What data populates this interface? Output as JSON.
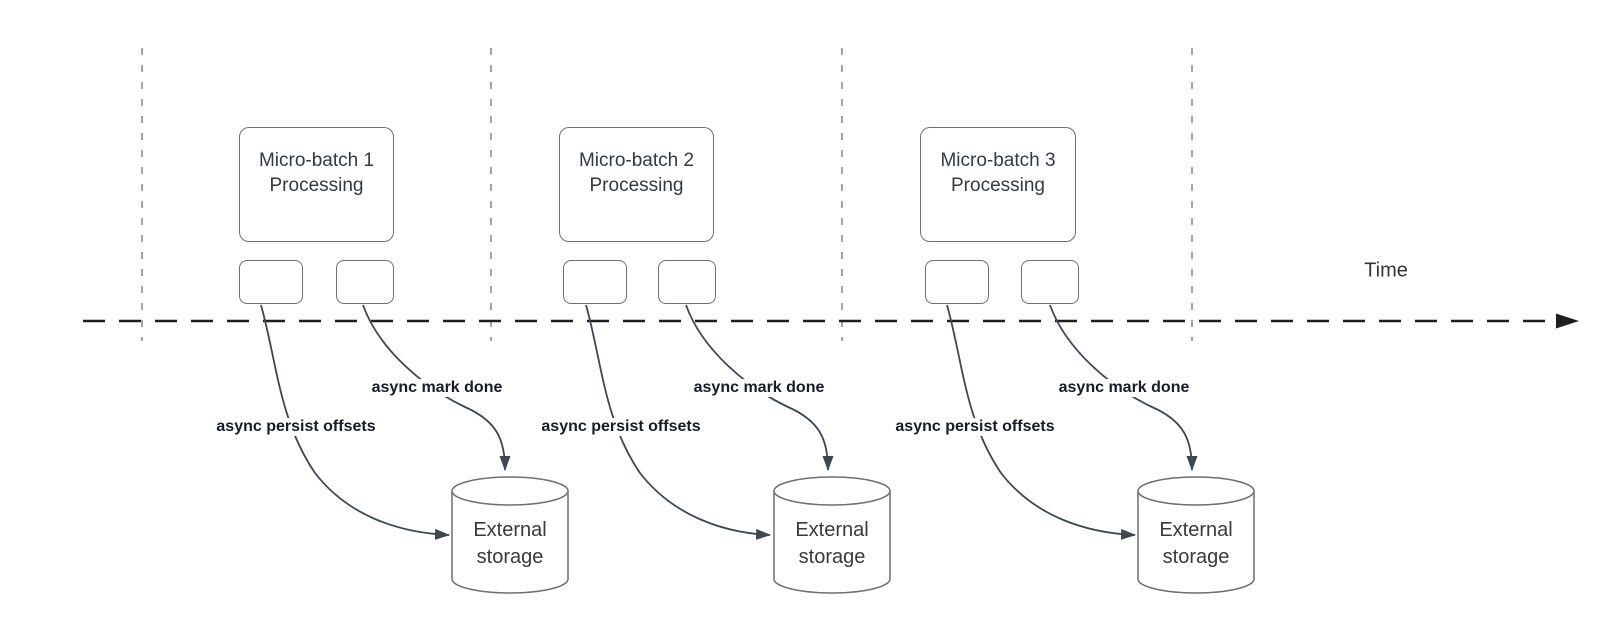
{
  "time_axis": {
    "label": "Time"
  },
  "batches": [
    {
      "title": "Micro-batch 1",
      "subtitle": "Processing",
      "persist_arrow_label": "async persist offsets",
      "done_arrow_label": "async mark done",
      "storage": {
        "line1": "External",
        "line2": "storage"
      }
    },
    {
      "title": "Micro-batch 2",
      "subtitle": "Processing",
      "persist_arrow_label": "async persist offsets",
      "done_arrow_label": "async mark done",
      "storage": {
        "line1": "External",
        "line2": "storage"
      }
    },
    {
      "title": "Micro-batch 3",
      "subtitle": "Processing",
      "persist_arrow_label": "async persist offsets",
      "done_arrow_label": "async mark done",
      "storage": {
        "line1": "External",
        "line2": "storage"
      }
    }
  ],
  "colors": {
    "arrow": "#3f4750",
    "axis": "#1e1e1e",
    "gridline": "#a5a5a5",
    "shape_border": "#6f6f6f",
    "shape_text": "#343a42",
    "label_text": "#181c25",
    "background": "#ffffff"
  }
}
